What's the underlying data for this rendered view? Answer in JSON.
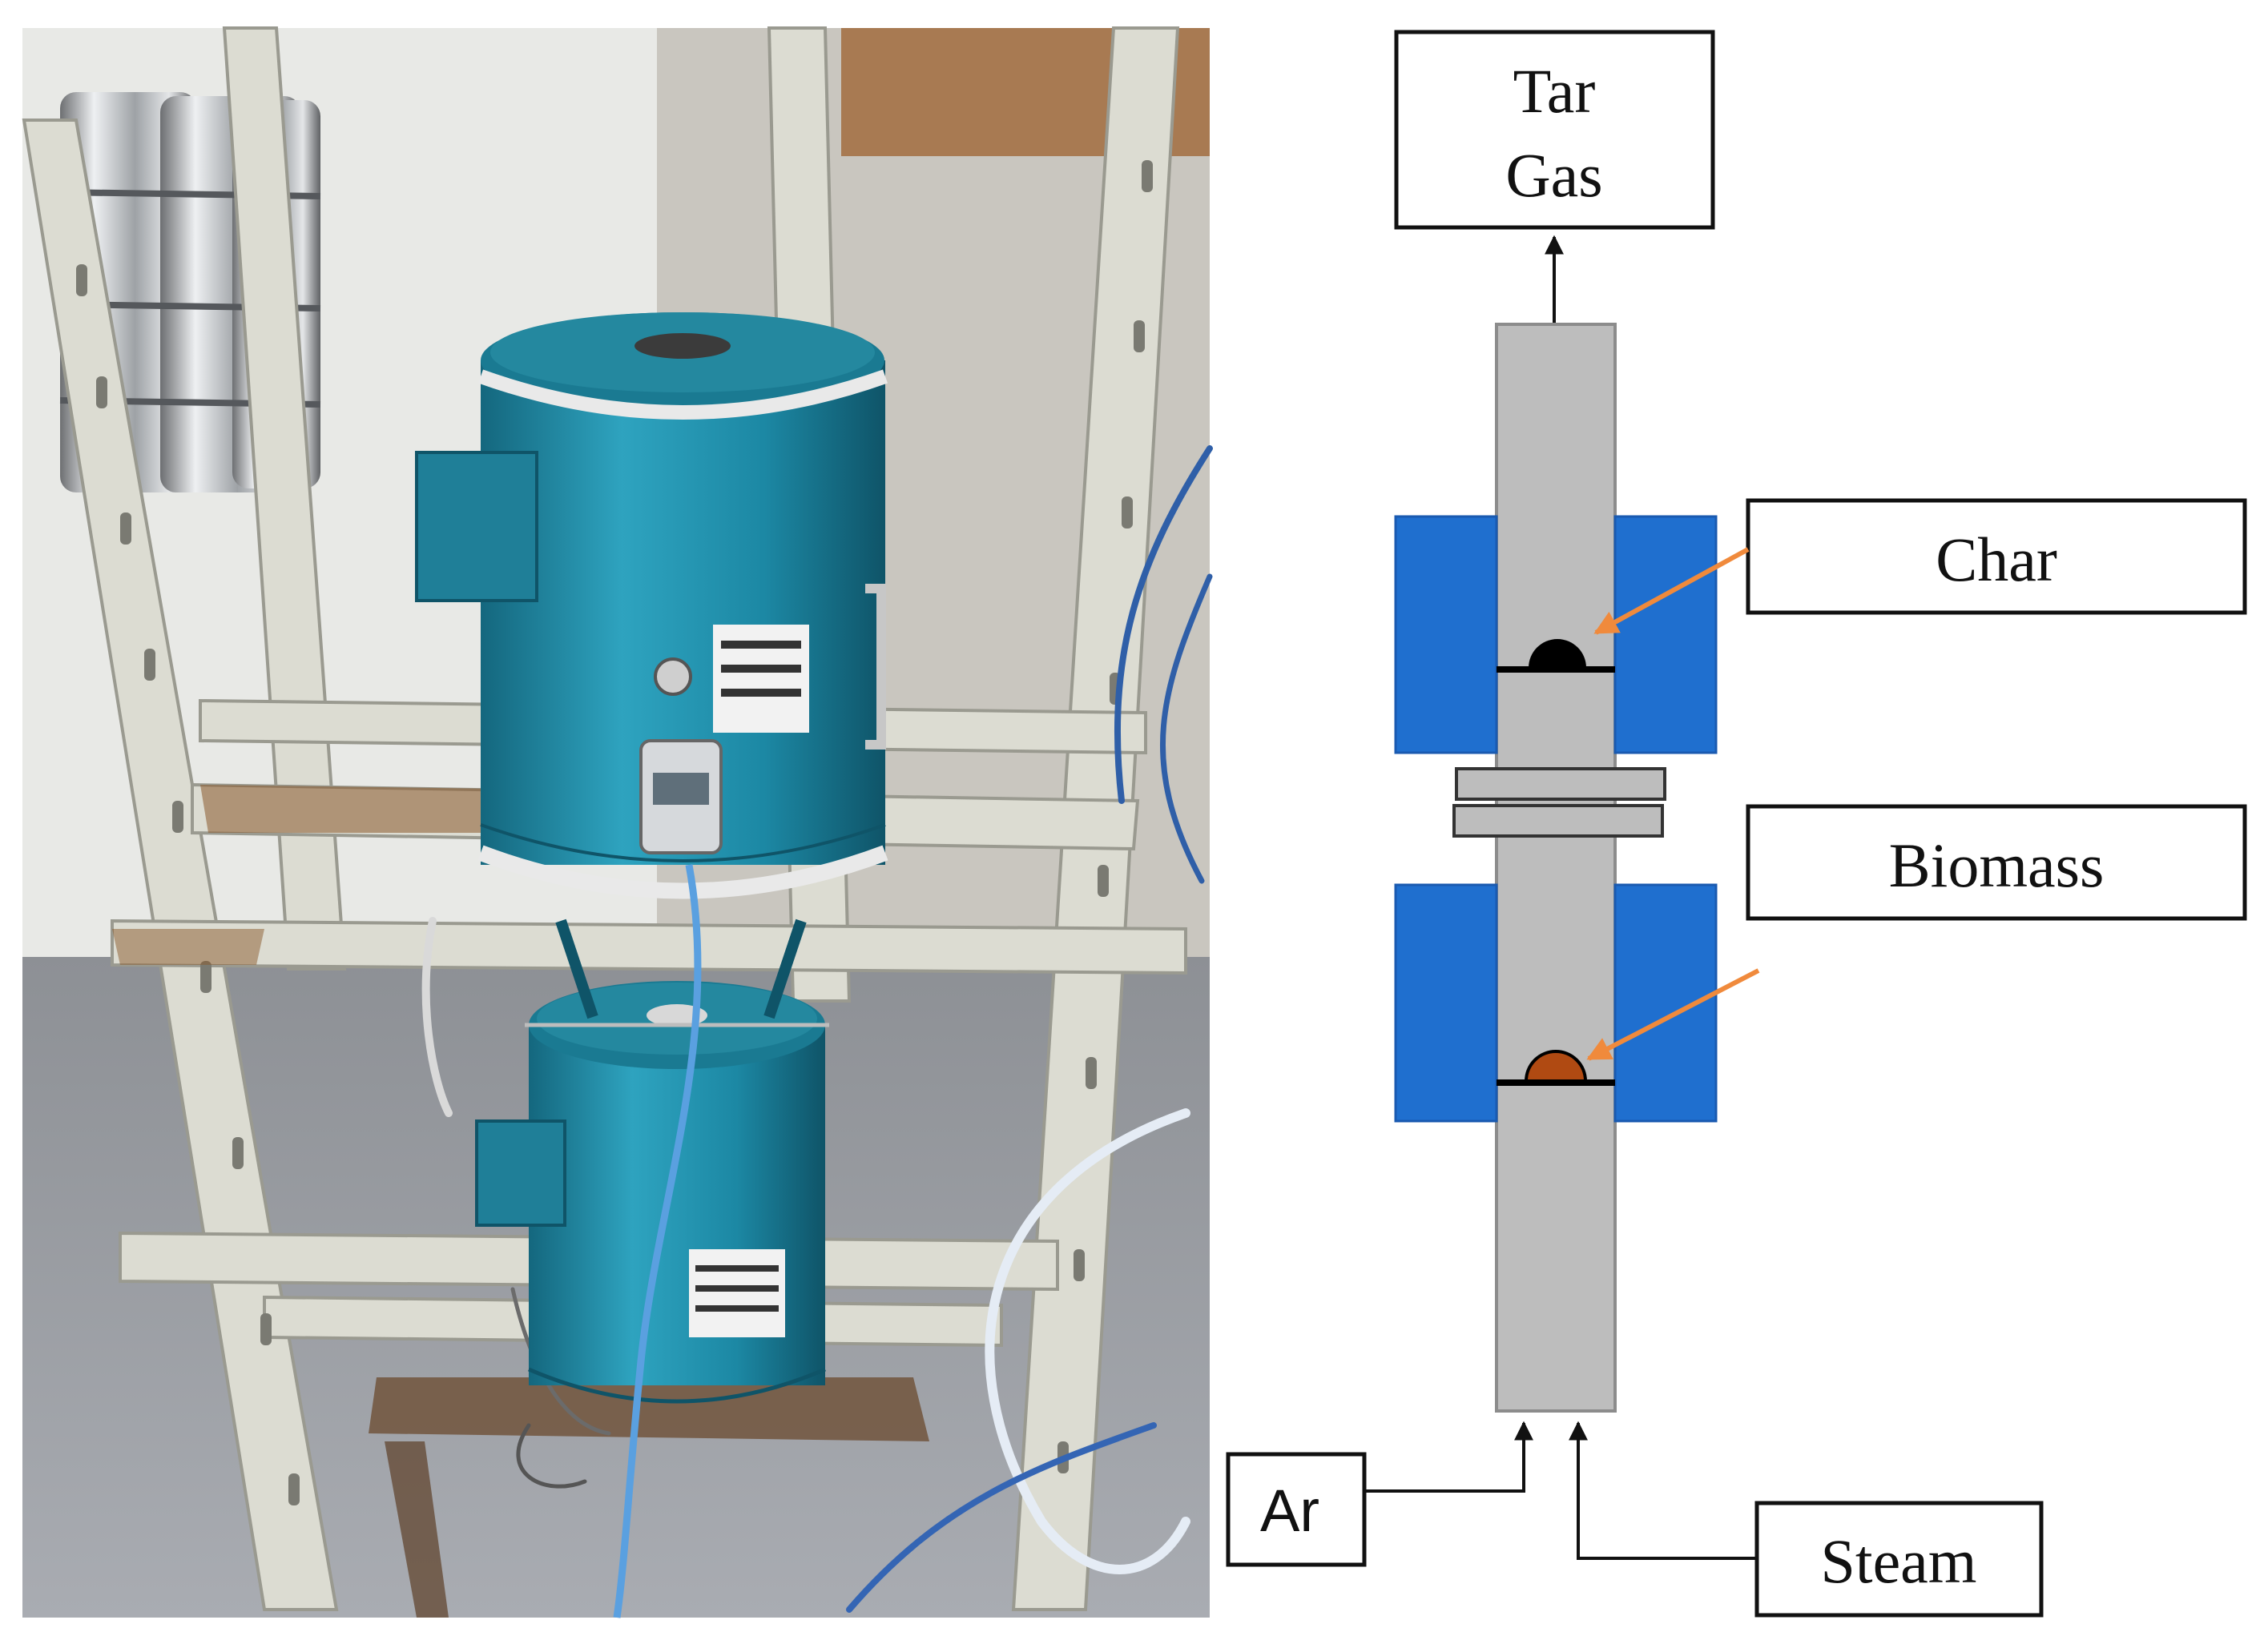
{
  "photo": {
    "subject": "laboratory-furnace-photo"
  },
  "diagram": {
    "outlet_label_line1": "Tar",
    "outlet_label_line2": "Gas",
    "char_label": "Char",
    "biomass_label": "Biomass",
    "ar_label": "Ar",
    "steam_label": "Steam"
  },
  "colors": {
    "tube": "#bdbdbd",
    "furnace": "#1f6fcf",
    "char_sample": "#000000",
    "biomass_sample": "#b04a12",
    "pointer_arrow": "#f08a3c",
    "furnace_body_photo": "#1f8aa3",
    "rack_photo": "#dcdcd2"
  }
}
